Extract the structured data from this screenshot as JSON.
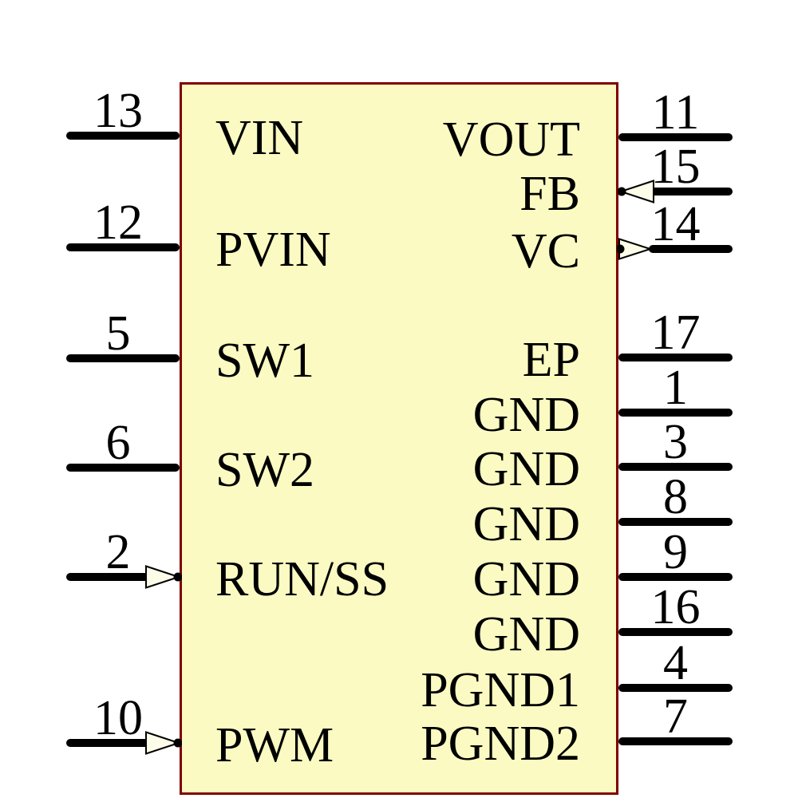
{
  "component": {
    "left_pins": [
      {
        "number": "13",
        "name": "VIN",
        "arrow": "none"
      },
      {
        "number": "12",
        "name": "PVIN",
        "arrow": "none"
      },
      {
        "number": "5",
        "name": "SW1",
        "arrow": "none"
      },
      {
        "number": "6",
        "name": "SW2",
        "arrow": "none"
      },
      {
        "number": "2",
        "name": "RUN/SS",
        "arrow": "input"
      },
      {
        "number": "10",
        "name": "PWM",
        "arrow": "input"
      }
    ],
    "right_pins": [
      {
        "number": "11",
        "name": "VOUT",
        "arrow": "none"
      },
      {
        "number": "15",
        "name": "FB",
        "arrow": "input"
      },
      {
        "number": "14",
        "name": "VC",
        "arrow": "output"
      },
      {
        "number": "17",
        "name": "EP",
        "arrow": "none"
      },
      {
        "number": "1",
        "name": "GND",
        "arrow": "none"
      },
      {
        "number": "3",
        "name": "GND",
        "arrow": "none"
      },
      {
        "number": "8",
        "name": "GND",
        "arrow": "none"
      },
      {
        "number": "9",
        "name": "GND",
        "arrow": "none"
      },
      {
        "number": "16",
        "name": "GND",
        "arrow": "none"
      },
      {
        "number": "4",
        "name": "PGND1",
        "arrow": "none"
      },
      {
        "number": "7",
        "name": "PGND2",
        "arrow": "none"
      }
    ],
    "colors": {
      "body_fill": "#FAFAC2",
      "body_border": "#7F0000",
      "pin_line": "#000000",
      "arrow_fill": "#FCFCE8",
      "text": "#000000"
    }
  }
}
